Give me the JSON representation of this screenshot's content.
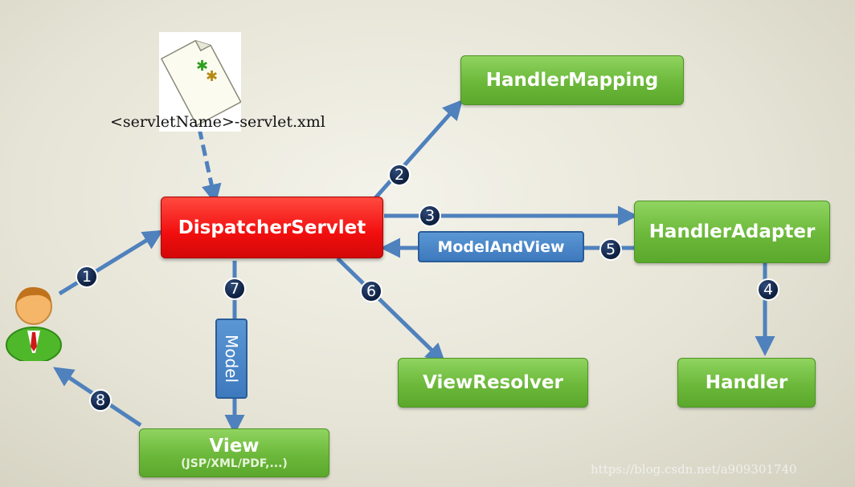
{
  "config_file": {
    "label": "<servletName>-servlet.xml",
    "icon": "xml-file-icon"
  },
  "actor": {
    "icon": "user-icon"
  },
  "nodes": {
    "dispatcher": "DispatcherServlet",
    "handler_mapping": "HandlerMapping",
    "handler_adapter": "HandlerAdapter",
    "handler": "Handler",
    "view_resolver": "ViewResolver",
    "view": "View",
    "view_sub": "(JSP/XML/PDF,...)"
  },
  "labels": {
    "model_and_view": "ModelAndView",
    "model": "Model"
  },
  "steps": [
    "1",
    "2",
    "3",
    "4",
    "5",
    "6",
    "7",
    "8"
  ],
  "colors": {
    "arrow": "#4f81bd",
    "dispatcher": "#f20e0e",
    "component": "#6cb83a",
    "data_box": "#3d79bd",
    "step_badge": "#0d1f3f"
  },
  "watermark": "https://blog.csdn.net/a909301740"
}
